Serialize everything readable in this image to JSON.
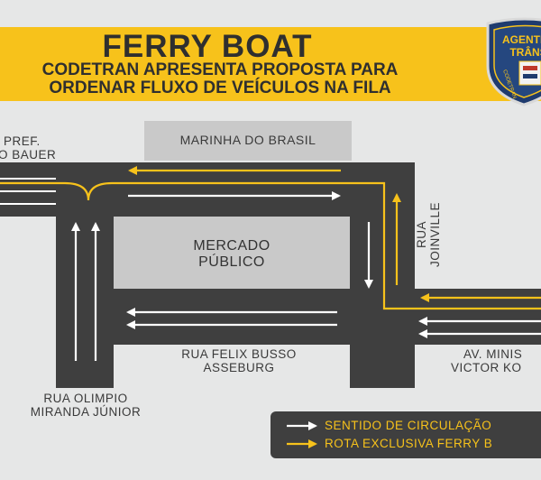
{
  "banner": {
    "title": "FERRY BOAT",
    "subtitle_line1": "CODETRAN APRESENTA PROPOSTA PARA",
    "subtitle_line2": "ORDENAR FLUXO DE VEÍCULOS NA FILA"
  },
  "badge": {
    "text_top": "AGENTE",
    "text_mid": "TRÂNS",
    "text_side": "CODETRAN"
  },
  "labels": {
    "pref_line1": "PREF.",
    "pref_line2": "O BAUER",
    "marinha": "MARINHA DO BRASIL",
    "mercado_line1": "MERCADO",
    "mercado_line2": "PÚBLICO",
    "joinville": "RUA JOINVILLE",
    "felix_line1": "RUA FELIX BUSSO",
    "felix_line2": "ASSEBURG",
    "olimpio_line1": "RUA OLIMPIO",
    "olimpio_line2": "MIRANDA JÚNIOR",
    "av_line1": "AV. MINIS",
    "av_line2": "VICTOR KO"
  },
  "legend": {
    "circulacao": "SENTIDO DE CIRCULAÇÃO",
    "ferry": "ROTA EXCLUSIVA FERRY B"
  },
  "colors": {
    "road": "#3f3f3f",
    "block": "#c9c9c9",
    "yellow": "#f7c21b",
    "background": "#e6e7e7"
  }
}
